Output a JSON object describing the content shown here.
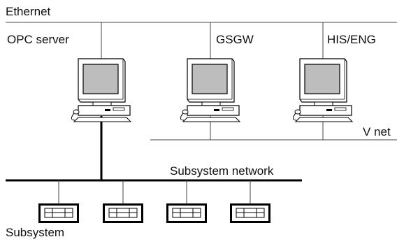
{
  "labels": {
    "ethernet": "Ethernet",
    "opc_server": "OPC server",
    "gsgw": "GSGW",
    "his_eng": "HIS/ENG",
    "v_net": "V net",
    "subsystem_network": "Subsystem network",
    "subsystem": "Subsystem"
  },
  "icons": {
    "computer": "desktop-computer-icon",
    "controller": "subsystem-controller-icon"
  },
  "colors": {
    "line": "#444444",
    "outline": "#000000",
    "screen_fill": "#bdbdbd",
    "background": "#ffffff"
  }
}
